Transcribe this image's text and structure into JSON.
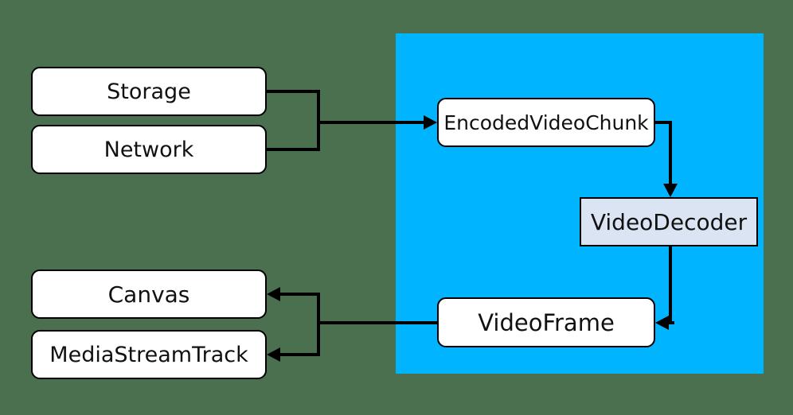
{
  "diagram": {
    "title": "video-decode-pipeline",
    "colors": {
      "background": "#4A704F",
      "webcodecs_region": "#00B4FF",
      "node_fill": "#FFFFFF",
      "decoder_node_fill": "#DAE4F3",
      "line": "#000000",
      "text": "#111111"
    },
    "nodes": {
      "storage": {
        "label": "Storage"
      },
      "network": {
        "label": "Network"
      },
      "canvas": {
        "label": "Canvas"
      },
      "media_stream_track": {
        "label": "MediaStreamTrack"
      },
      "encoded_video_chunk": {
        "label": "EncodedVideoChunk"
      },
      "video_decoder": {
        "label": "VideoDecoder"
      },
      "video_frame": {
        "label": "VideoFrame"
      }
    },
    "edges": [
      {
        "from": "storage",
        "to": "encoded_video_chunk"
      },
      {
        "from": "network",
        "to": "encoded_video_chunk"
      },
      {
        "from": "encoded_video_chunk",
        "to": "video_decoder"
      },
      {
        "from": "video_decoder",
        "to": "video_frame"
      },
      {
        "from": "video_frame",
        "to": "canvas"
      },
      {
        "from": "video_frame",
        "to": "media_stream_track"
      }
    ]
  }
}
